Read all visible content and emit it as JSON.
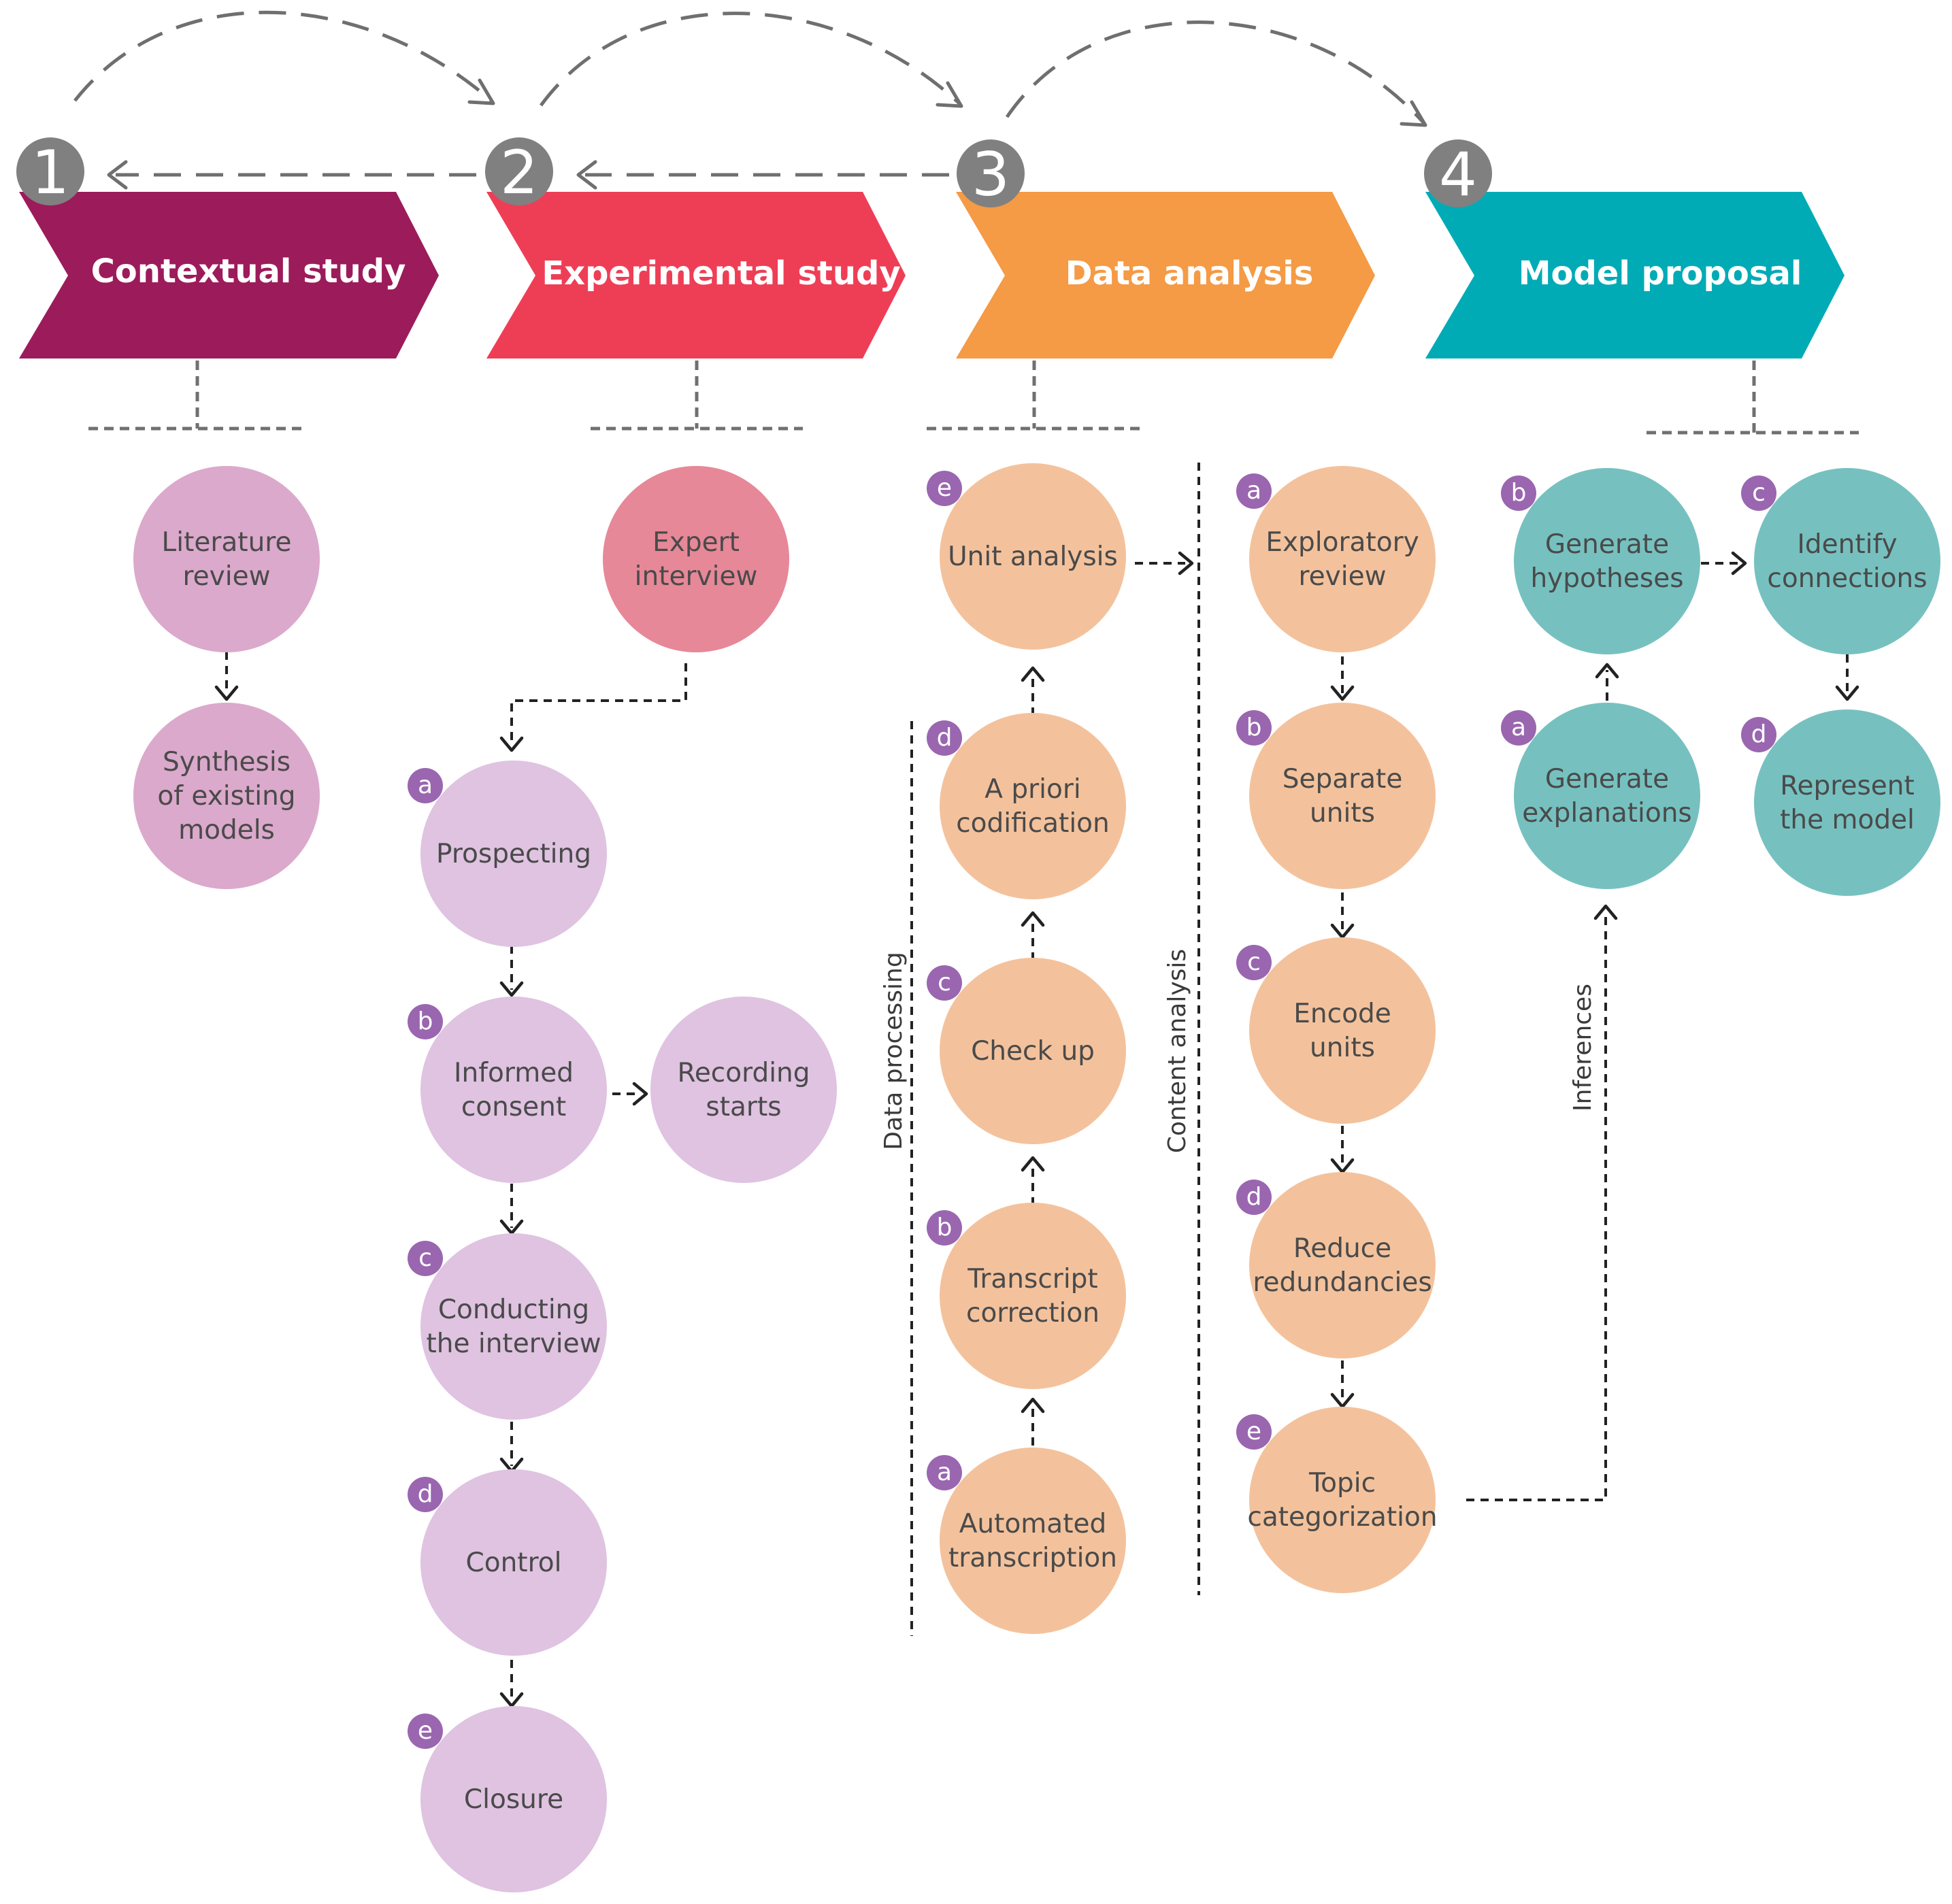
{
  "colors": {
    "phase1": "#9c1b5b",
    "phase2": "#ee3e56",
    "phase3": "#f59a45",
    "phase4": "#00abb6",
    "phase1_node": "#dba9cb",
    "phase2_node": "#e68898",
    "phase2_sub_node": "#dfc3e1",
    "phase3_node": "#f3c29c",
    "phase4_node": "#76c1c0",
    "badge": "#9a66b0",
    "number_circle": "#808080"
  },
  "phases": [
    {
      "number": "1",
      "title": "Contextual study"
    },
    {
      "number": "2",
      "title": "Experimental study"
    },
    {
      "number": "3",
      "title": "Data analysis"
    },
    {
      "number": "4",
      "title": "Model proposal"
    }
  ],
  "phase1": {
    "nodes": [
      {
        "lines": [
          "Literature",
          "review"
        ]
      },
      {
        "lines": [
          "Synthesis",
          "of existing",
          "models"
        ]
      }
    ]
  },
  "phase2": {
    "expert": {
      "lines": [
        "Expert",
        "interview"
      ]
    },
    "steps": [
      {
        "badge": "a",
        "lines": [
          "Prospecting"
        ]
      },
      {
        "badge": "b",
        "lines": [
          "Informed",
          "consent"
        ]
      },
      {
        "badge": "c",
        "lines": [
          "Conducting",
          "the interview"
        ]
      },
      {
        "badge": "d",
        "lines": [
          "Control"
        ]
      },
      {
        "badge": "e",
        "lines": [
          "Closure"
        ]
      }
    ],
    "recording": {
      "lines": [
        "Recording",
        "starts"
      ]
    }
  },
  "phase3": {
    "data_processing_label": "Data processing",
    "content_analysis_label": "Content analysis",
    "processing": [
      {
        "badge": "e",
        "lines": [
          "Unit analysis"
        ]
      },
      {
        "badge": "d",
        "lines": [
          "A priori",
          "codification"
        ]
      },
      {
        "badge": "c",
        "lines": [
          "Check up"
        ]
      },
      {
        "badge": "b",
        "lines": [
          "Transcript",
          "correction"
        ]
      },
      {
        "badge": "a",
        "lines": [
          "Automated",
          "transcription"
        ]
      }
    ],
    "content": [
      {
        "badge": "a",
        "lines": [
          "Exploratory",
          "review"
        ]
      },
      {
        "badge": "b",
        "lines": [
          "Separate",
          "units"
        ]
      },
      {
        "badge": "c",
        "lines": [
          "Encode",
          "units"
        ]
      },
      {
        "badge": "d",
        "lines": [
          "Reduce",
          "redundancies"
        ]
      },
      {
        "badge": "e",
        "lines": [
          "Topic",
          "categorization"
        ]
      }
    ]
  },
  "phase4": {
    "inferences_label": "Inferences",
    "nodes": [
      {
        "badge": "b",
        "lines": [
          "Generate",
          "hypotheses"
        ]
      },
      {
        "badge": "a",
        "lines": [
          "Generate",
          "explanations"
        ]
      },
      {
        "badge": "c",
        "lines": [
          "Identify",
          "connections"
        ]
      },
      {
        "badge": "d",
        "lines": [
          "Represent",
          "the model"
        ]
      }
    ]
  }
}
